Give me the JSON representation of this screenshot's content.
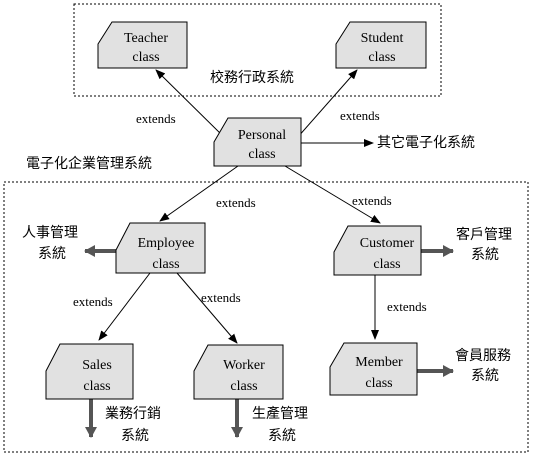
{
  "regions": {
    "school": {
      "title": "校務行政系統"
    },
    "enterprise": {
      "title": "電子化企業管理系統"
    }
  },
  "classes": {
    "teacher": {
      "line1": "Teacher",
      "line2": "class"
    },
    "student": {
      "line1": "Student",
      "line2": "class"
    },
    "personal": {
      "line1": "Personal",
      "line2": "class"
    },
    "employee": {
      "line1": "Employee",
      "line2": "class"
    },
    "customer": {
      "line1": "Customer",
      "line2": "class"
    },
    "sales": {
      "line1": "Sales",
      "line2": "class"
    },
    "worker": {
      "line1": "Worker",
      "line2": "class"
    },
    "member": {
      "line1": "Member",
      "line2": "class"
    }
  },
  "relations": {
    "personal_teacher": "extends",
    "personal_student": "extends",
    "personal_employee": "extends",
    "personal_customer": "extends",
    "employee_sales": "extends",
    "employee_worker": "extends",
    "customer_member": "extends"
  },
  "systems": {
    "other": "其它電子化系統",
    "hr_line1": "人事管理",
    "hr_line2": "系統",
    "crm_line1": "客戶管理",
    "crm_line2": "系統",
    "membership_line1": "會員服務",
    "membership_line2": "系統",
    "sales_line1": "業務行銷",
    "sales_line2": "系統",
    "production_line1": "生產管理",
    "production_line2": "系統"
  },
  "colors": {
    "box_fill": "#e1e1e1",
    "thick_arrow": "#555555"
  }
}
